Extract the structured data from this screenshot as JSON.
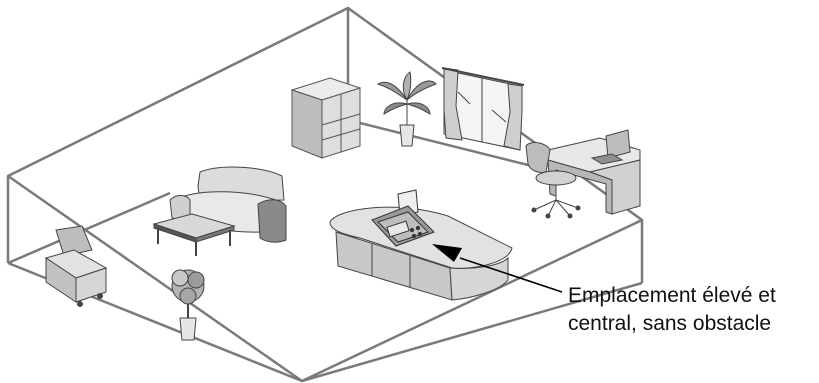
{
  "callout": {
    "line1": "Emplacement élevé et",
    "line2": "central, sans obstacle"
  },
  "icons": {
    "device": "fax-machine-icon",
    "furniture": [
      "cabinet",
      "potted-palm",
      "window-curtains",
      "office-desk",
      "office-chair",
      "computer",
      "sofa",
      "coffee-table",
      "tv-stand",
      "potted-tree",
      "reception-counter"
    ]
  },
  "colors": {
    "room_outline": "#7a7a7a",
    "furniture_light": "#e3e3e3",
    "furniture_mid": "#c4c4c4",
    "furniture_dark": "#8a8a8a",
    "arrow": "#000000"
  }
}
